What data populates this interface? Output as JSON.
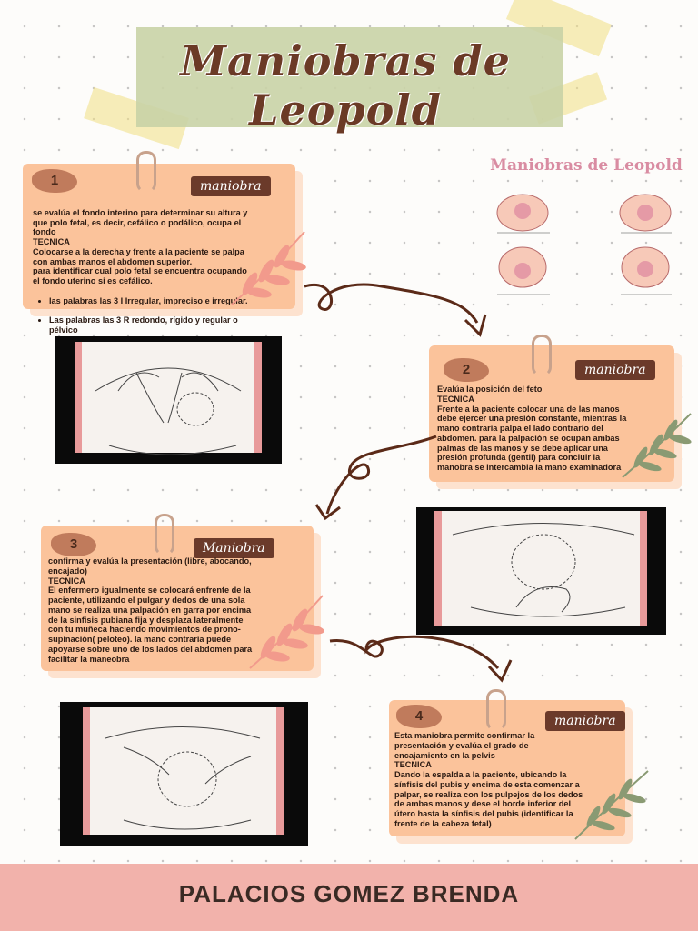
{
  "title": "Maniobras de Leopold",
  "mini_title": "Maniobras de Leopold",
  "tag_label": "maniobra",
  "tag_label_3": "Maniobra",
  "cards": [
    {
      "number": "1",
      "text": "se evalúa el fondo interino para determinar su altura y que polo fetal, es decir, cefálico o podálico, ocupa el fondo\nTECNICA\nColocarse a la derecha y frente a la paciente se palpa con ambas manos el abdomen superior.\npara identificar cual polo fetal se encuentra ocupando el fondo uterino si es cefálico.",
      "bullets": [
        "las palabras las 3 I Irregular, impreciso e irregular.",
        "Las palabras las 3 R redondo, rígido y regular o pélvico"
      ]
    },
    {
      "number": "2",
      "text": " Evalúa la posición del feto\nTECNICA\n Frente a la paciente colocar una de las manos debe ejercer una presión constante, mientras la mano contraria palpa el lado contrario del abdomen. para la palpación se ocupan ambas palmas de las manos y se debe aplicar una presión profunda (gentil) para concluir la manobra se intercambia la mano examinadora"
    },
    {
      "number": "3",
      "text": "confirma y evalúa la presentación (libre, abocando, encajado)\nTECNICA\n El enfermero igualmente se colocará enfrente de la paciente, utilizando el pulgar y dedos de una sola mano se realiza una palpación en garra por encima de la sinfisis pubiana fija y desplaza lateralmente con tu muñeca haciendo movimientos de prono-supinación( peloteo). la mano contraria puede apoyarse sobre uno de los lados del abdomen para facilitar la maneobra"
    },
    {
      "number": "4",
      "text": " Esta maniobra permite confirmar la presentación y evalúa el grado de encajamiento en la pelvis\nTECNICA\nDando la espalda a la paciente, ubicando la sínfisis del pubis y encima de esta comenzar a palpar, se realiza con los pulpejos de los dedos de ambas manos y dese el borde inferior del útero hasta la sínfisis del pubis (identificar la frente de la cabeza fetal)"
    }
  ],
  "footer": "PALACIOS GOMEZ BRENDA",
  "colors": {
    "card": "#fbc39b",
    "tag": "#6b3a2a",
    "footer": "#f2b2ab",
    "banner": "#c9d3a6",
    "title": "#6b3a26",
    "arrow": "#5b2a18"
  }
}
